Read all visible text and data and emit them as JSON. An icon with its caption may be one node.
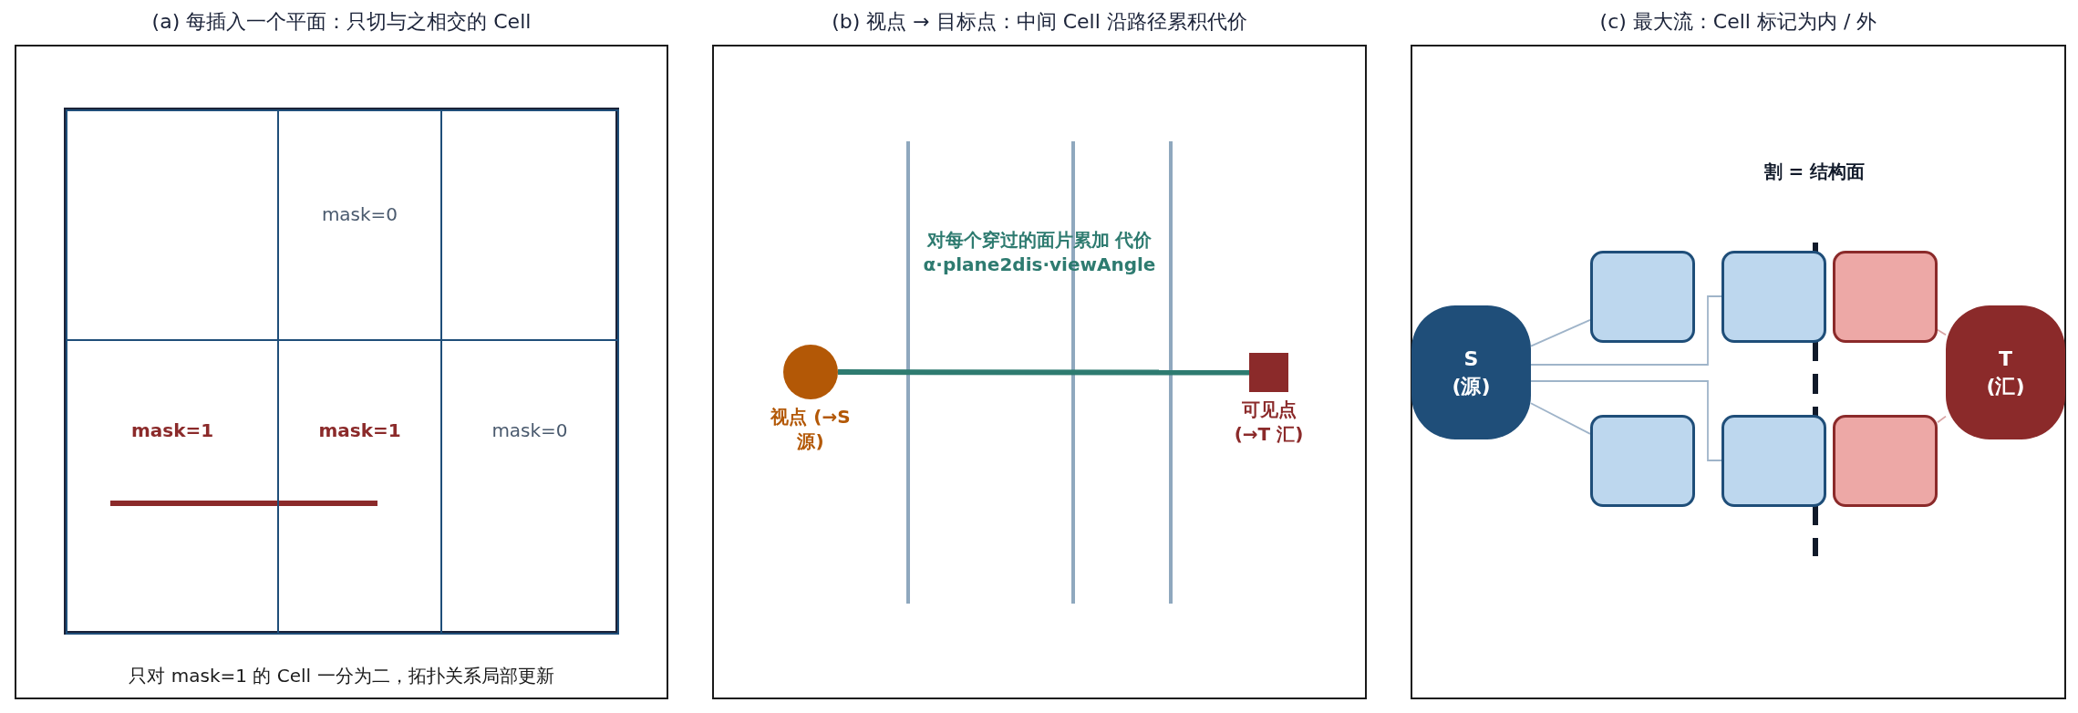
{
  "diagram": {
    "nodes": [
      {
        "text": [
          "(a) 每插入一个平面：只切与之相交的 Cell",
          "只对 mask=1 的 Cell 一分为二，拓扑关系局部更新"
        ]
      },
      {
        "text": [],
        "shape": "box",
        "in": 0
      },
      {
        "text": [
          "mask=0"
        ],
        "in": 0
      },
      {
        "text": [],
        "shape": "box",
        "in": 0
      },
      {
        "text": [
          "mask=1"
        ],
        "in": 0
      },
      {
        "text": [
          "mask=1"
        ],
        "in": 0
      },
      {
        "text": [
          "mask=0"
        ],
        "in": 0
      },
      {
        "text": [
          "(b) 视点 → 目标点：中间 Cell 沿路径累积代价"
        ]
      },
      {
        "text": [],
        "shape": "circle",
        "in": 7,
        "beside": [
          "视点 (→S 源)"
        ]
      },
      {
        "text": [],
        "shape": "box",
        "in": 7,
        "beside": [
          "可见点 (→T 汇)"
        ]
      },
      {
        "text": [
          "(c) 最大流：Cell 标记为内 / 外"
        ]
      },
      {
        "text": [
          "S (源)"
        ],
        "in": 10
      },
      {
        "text": [],
        "shape": "box",
        "in": 10
      },
      {
        "text": [],
        "shape": "box",
        "in": 10
      },
      {
        "text": [],
        "shape": "box",
        "in": 10
      },
      {
        "text": [],
        "shape": "box",
        "in": 10
      },
      {
        "text": [],
        "shape": "box",
        "in": 10
      },
      {
        "text": [],
        "shape": "box",
        "in": 10
      },
      {
        "text": [
          "T (汇)"
        ],
        "in": 10
      }
    ],
    "edges": [
      {
        "from": 8,
        "to": 9,
        "arrow": "none",
        "style": "thick",
        "color": "#2e7b70"
      },
      {
        "from": 11,
        "to": 12,
        "arrow": "none"
      },
      {
        "from": 11,
        "to": 13,
        "arrow": "none"
      },
      {
        "from": 11,
        "to": 15,
        "arrow": "none"
      },
      {
        "from": 11,
        "to": 16,
        "arrow": "none"
      },
      {
        "from": 14,
        "to": 18,
        "arrow": "none",
        "color": "#d9a3a3"
      },
      {
        "from": 17,
        "to": 18,
        "arrow": "none",
        "color": "#d9a3a3"
      }
    ],
    "labels": [
      "对每个穿过的面片累加 代价 α·plane2dis·viewAngle",
      "割 = 结构面"
    ]
  }
}
